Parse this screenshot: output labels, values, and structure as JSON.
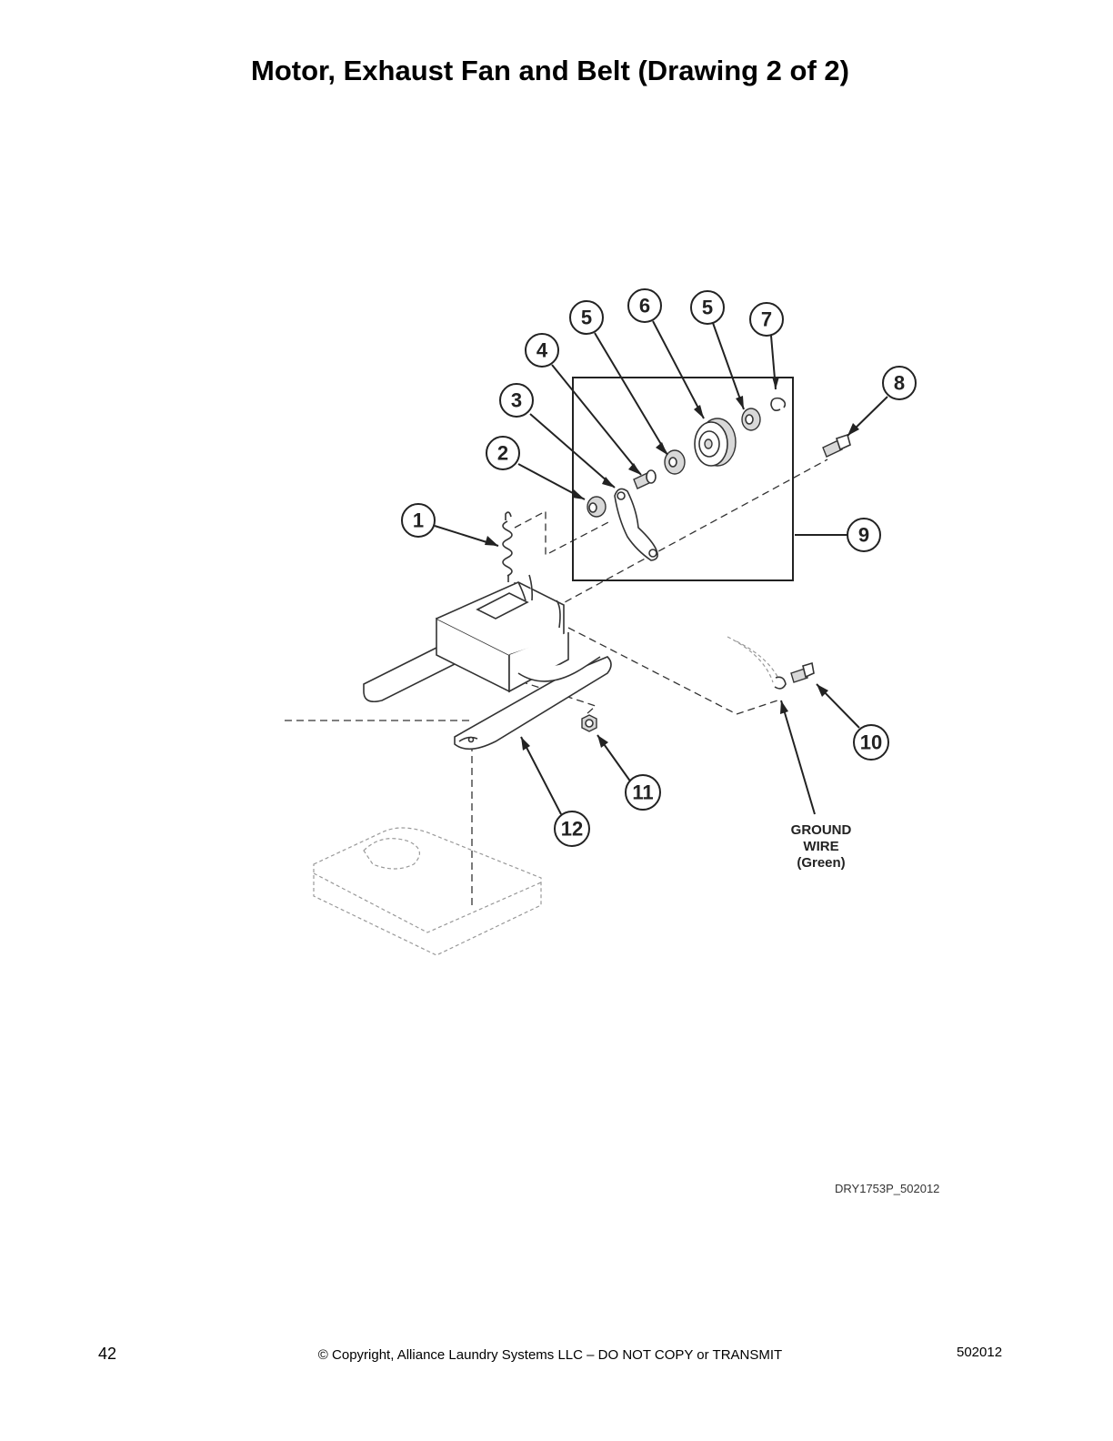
{
  "page": {
    "title": "Motor, Exhaust Fan and Belt (Drawing 2 of 2)",
    "drawing_id": "DRY1753P_502012",
    "page_number": "42",
    "copyright": "© Copyright, Alliance Laundry Systems LLC – DO NOT COPY or TRANSMIT",
    "doc_number": "502012"
  },
  "diagram": {
    "callouts": [
      "1",
      "2",
      "3",
      "4",
      "5",
      "6",
      "5",
      "7",
      "8",
      "9",
      "10",
      "11",
      "12"
    ],
    "ground_wire_label": [
      "GROUND",
      "WIRE",
      "(Green)"
    ]
  },
  "colors": {
    "line": "#222222",
    "ghost": "#999999",
    "background": "#ffffff"
  }
}
